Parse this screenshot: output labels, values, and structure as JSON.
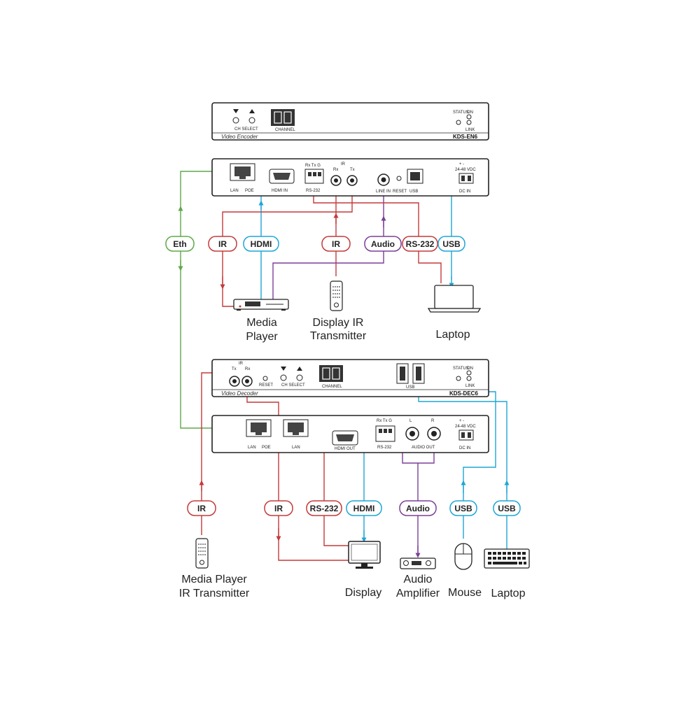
{
  "colors": {
    "eth": "#5fa84a",
    "hdmi": "#1ea6d6",
    "ir": "#c43a3a",
    "audio": "#7b3f98",
    "rs232": "#c43a3a",
    "usb": "#1ea6d6",
    "frame": "#222222"
  },
  "encoder_front": {
    "model": "KDS-EN6",
    "device_name": "Video Encoder",
    "ch_select": "CH SELECT",
    "channel": "CHANNEL",
    "status": "STATUS",
    "on": "ON",
    "link": "LINK",
    "up_icon": "triangle-up-icon",
    "down_icon": "triangle-down-icon"
  },
  "encoder_rear": {
    "lan": "LAN",
    "poe": "POE",
    "hdmi_in": "HDMI IN",
    "rs232": "RS-232",
    "rs232_pins": "Rx Tx G",
    "ir": "IR",
    "ir_rx": "Rx",
    "ir_tx": "Tx",
    "line_in": "LINE IN",
    "reset": "RESET",
    "usb": "USB",
    "power_pins": "+ -",
    "voltage": "24-48 VDC",
    "dc_in": "DC IN"
  },
  "decoder_front": {
    "model": "KDS-DEC6",
    "device_name": "Video Decoder",
    "ir": "IR",
    "ir_tx": "Tx",
    "ir_rx": "Rx",
    "reset": "RESET",
    "ch_select": "CH SELECT",
    "channel": "CHANNEL",
    "usb": "USB",
    "status": "STATUS",
    "on": "ON",
    "link": "LINK"
  },
  "decoder_rear": {
    "lan": "LAN",
    "poe": "POE",
    "lan2": "LAN",
    "hdmi_out": "HDMI OUT",
    "rs232": "RS-232",
    "rs232_pins": "Rx Tx G",
    "audio_l": "L",
    "audio_r": "R",
    "audio_out": "AUDIO OUT",
    "power_pins": "+ -",
    "voltage": "24-48 VDC",
    "dc_in": "DC IN"
  },
  "pills": {
    "eth": "Eth",
    "ir_left": "IR",
    "hdmi_top": "HDMI",
    "ir_mid": "IR",
    "audio_top": "Audio",
    "rs232_top": "RS-232",
    "usb_top": "USB",
    "ir_bl": "IR",
    "ir_bm": "IR",
    "rs232_bottom": "RS-232",
    "hdmi_bottom": "HDMI",
    "audio_bottom": "Audio",
    "usb_mouse": "USB",
    "usb_keyboard": "USB"
  },
  "captions": {
    "media_player_1": "Media",
    "media_player_2": "Player",
    "display_ir_1": "Display IR",
    "display_ir_2": "Transmitter",
    "laptop_top": "Laptop",
    "mp_ir_1": "Media Player",
    "mp_ir_2": "IR Transmitter",
    "display": "Display",
    "amp_1": "Audio",
    "amp_2": "Amplifier",
    "mouse": "Mouse",
    "laptop_bottom": "Laptop"
  }
}
